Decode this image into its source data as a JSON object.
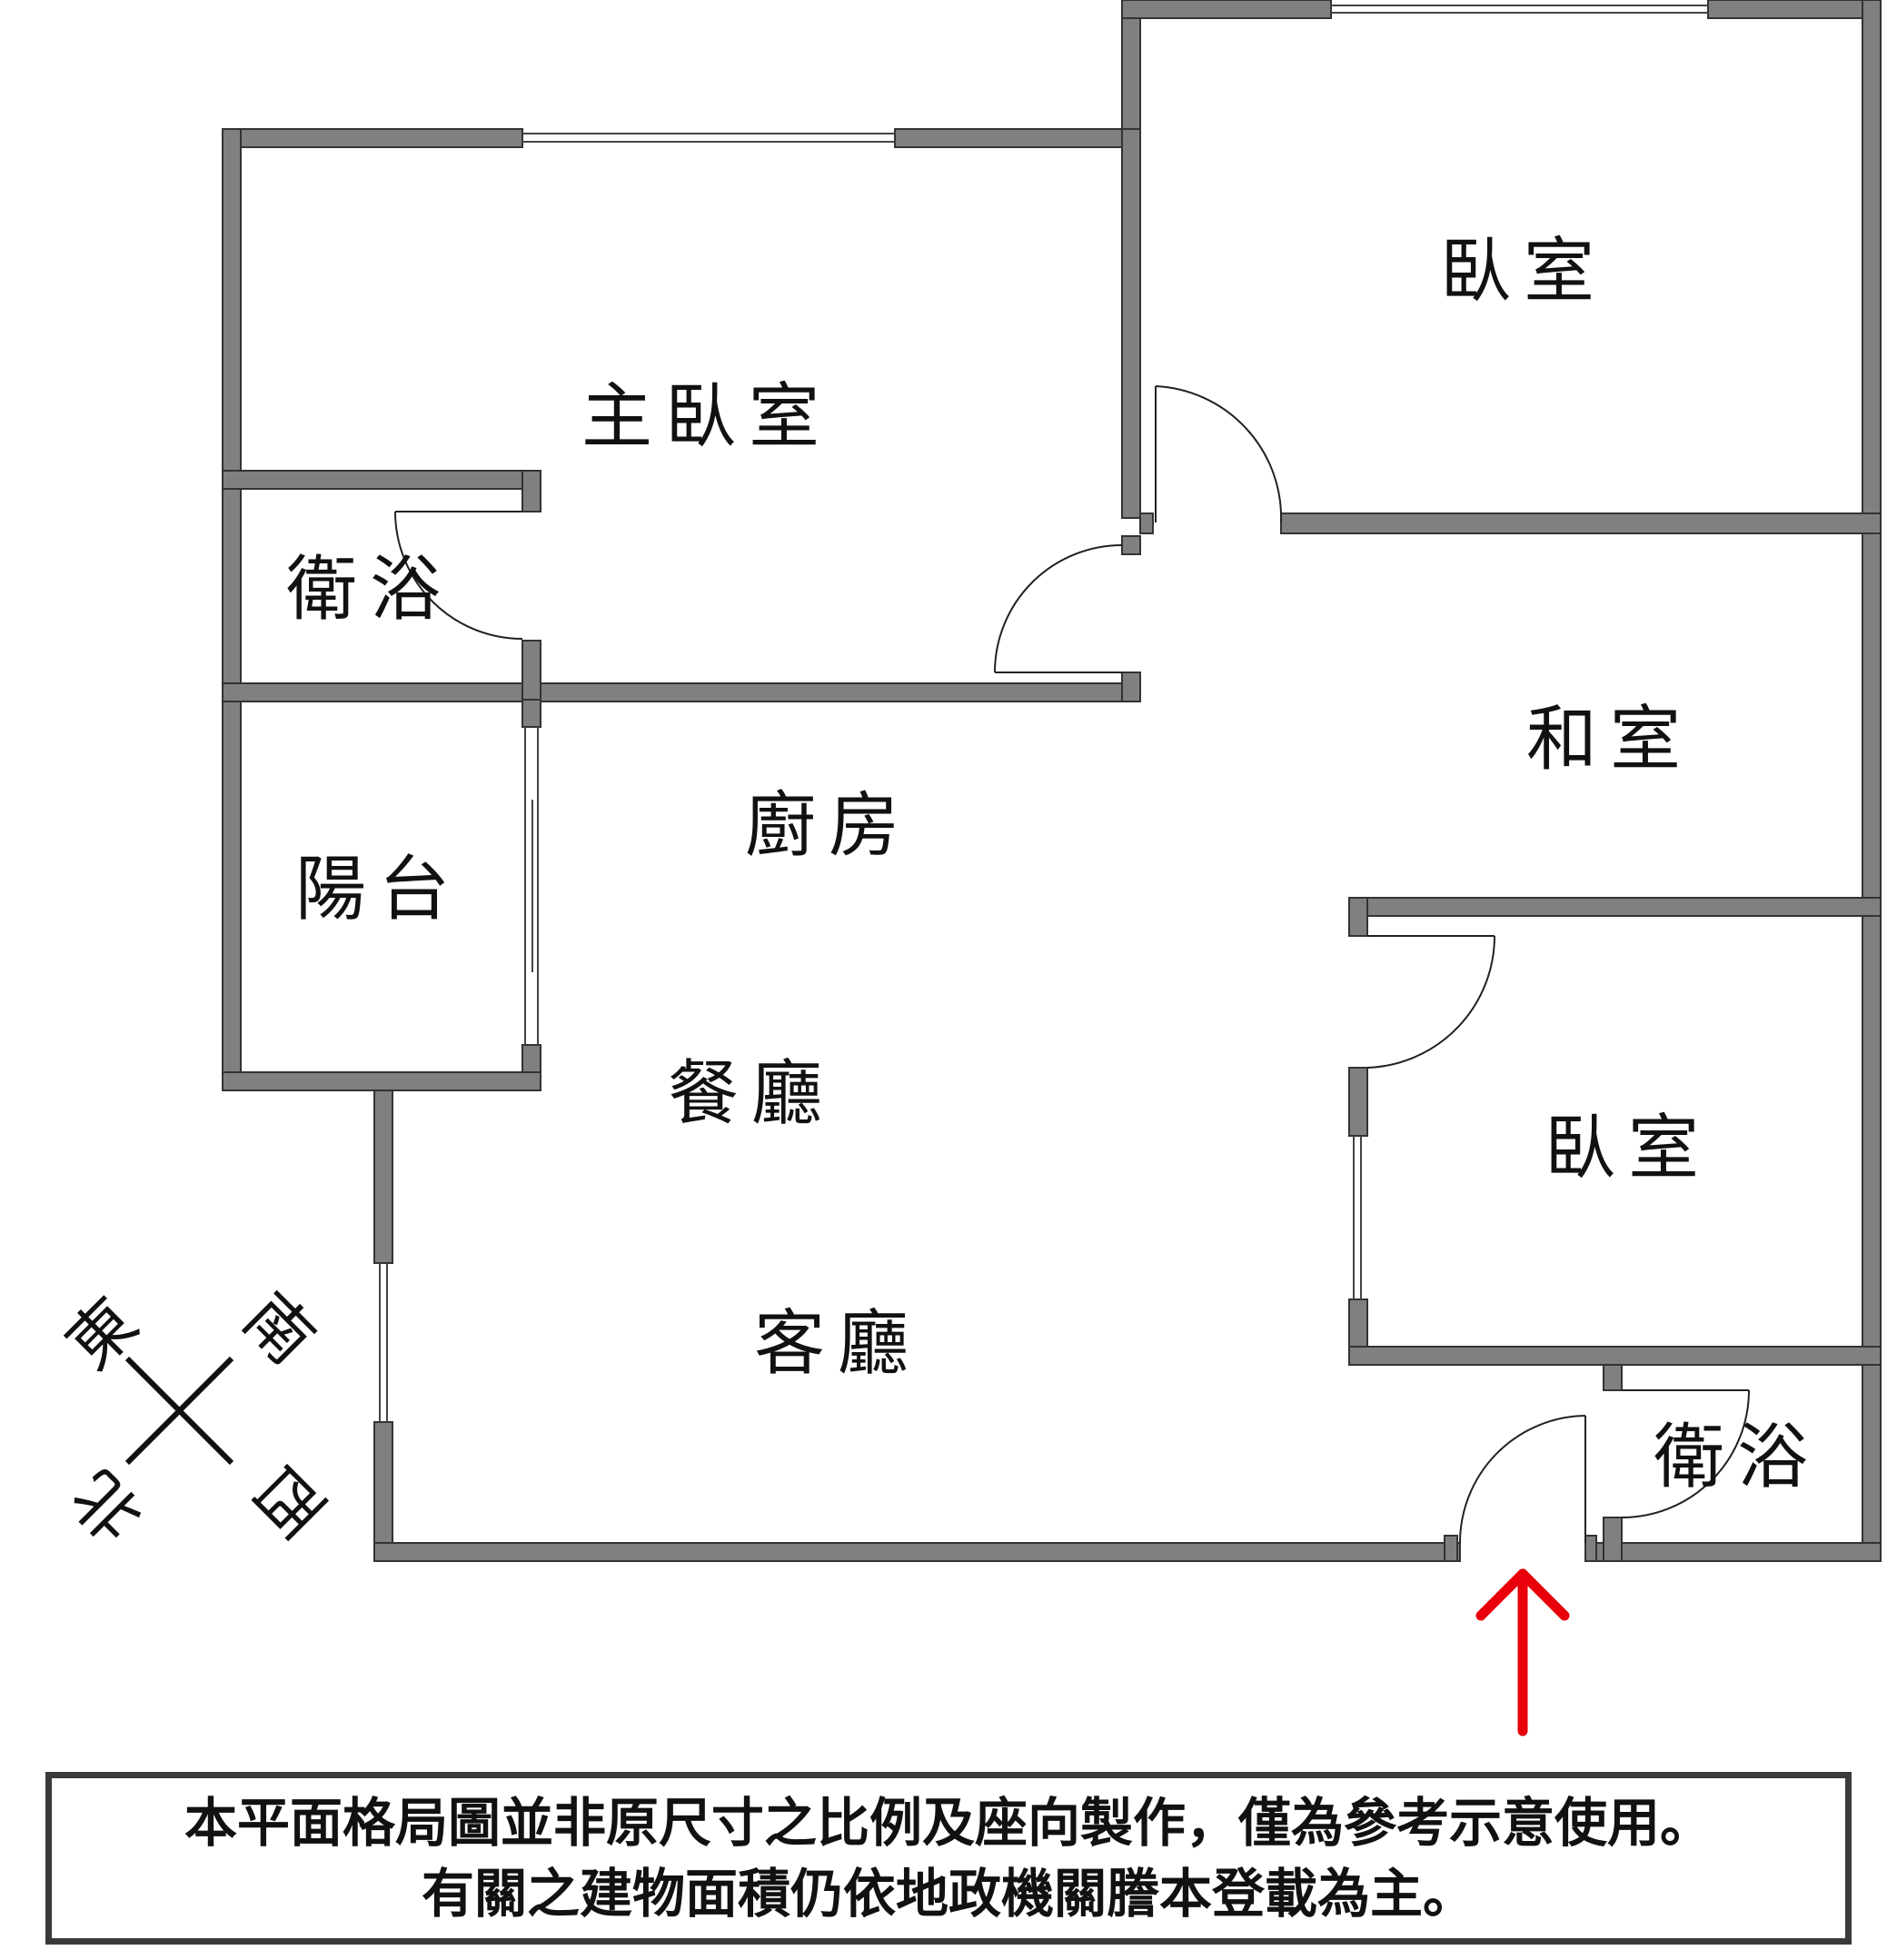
{
  "rooms": {
    "master_bedroom": "主臥室",
    "bedroom_top": "臥室",
    "bathroom_left": "衛浴",
    "japanese_room": "和室",
    "kitchen": "廚房",
    "balcony": "陽台",
    "dining_room": "餐廳",
    "bedroom_right": "臥室",
    "living_room": "客廳",
    "bathroom_right": "衛浴"
  },
  "compass": {
    "east": "東",
    "south": "南",
    "north": "北",
    "west": "西"
  },
  "entrance_arrow_icon": "up-arrow-icon",
  "colors": {
    "wall": "#808080",
    "arrow": "#e8000b",
    "text": "#111111"
  },
  "notice": {
    "line1": "本平面格局圖並非原尺寸之比例及座向製作，僅為參考示意使用。",
    "line2": "有關之建物面積仍依地政機關謄本登載為主。"
  }
}
